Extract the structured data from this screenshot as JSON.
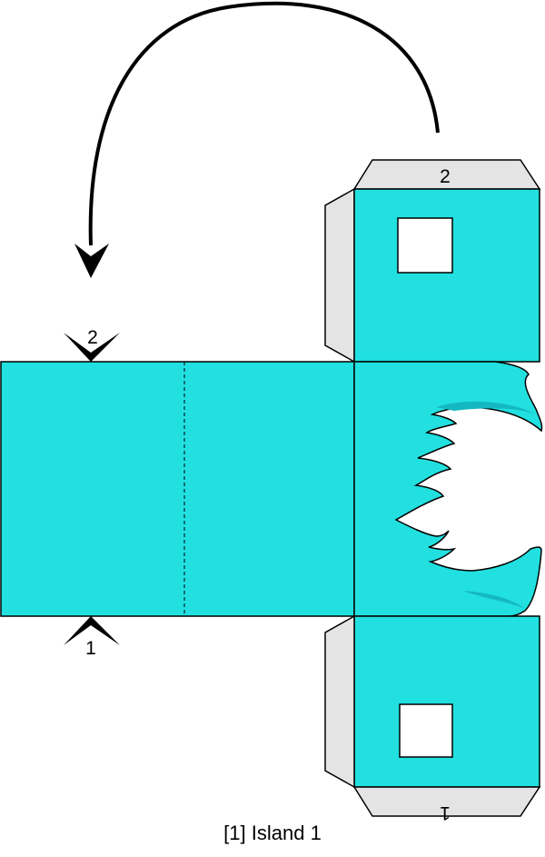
{
  "caption": "[1] Island 1",
  "labels": {
    "top_tab": "2",
    "bottom_tab": "1",
    "top_marker": "2",
    "bottom_marker": "1"
  },
  "colors": {
    "panel": "#22e0e0",
    "panel_shadow": "#14b8c0",
    "tab": "#e4e4e4",
    "window": "#ffffff",
    "outline": "#000000",
    "arrow": "#000000"
  }
}
